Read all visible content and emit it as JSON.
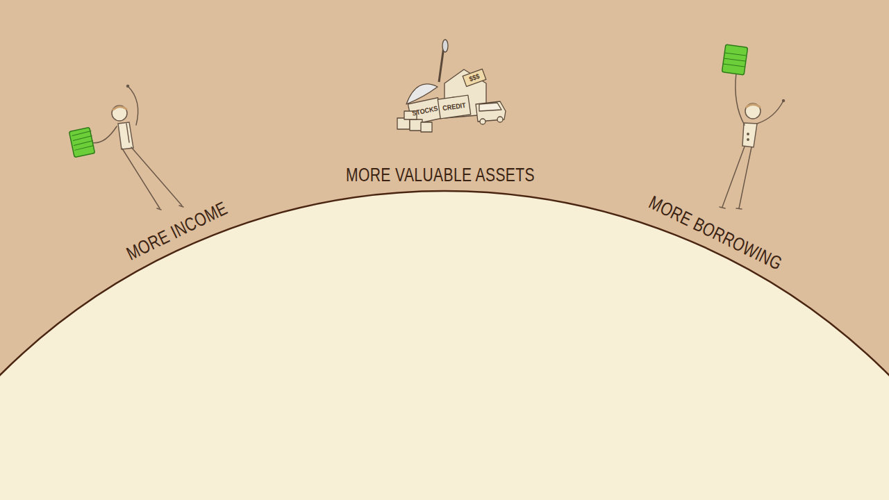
{
  "diagram": {
    "labels": [
      "MORE INCOME",
      "MORE VALUABLE ASSETS",
      "MORE BORROWING",
      "STOCKS",
      "CREDIT",
      "$$$"
    ]
  }
}
